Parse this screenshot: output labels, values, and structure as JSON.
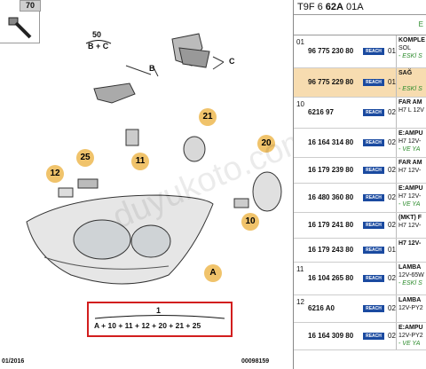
{
  "diagram": {
    "box_label": "70",
    "label_50": "50",
    "label_bc": "B + C",
    "callouts": [
      "12",
      "25",
      "11",
      "21",
      "20",
      "10"
    ],
    "letters": [
      "B",
      "C",
      "A",
      "A"
    ],
    "label_1": "1",
    "formula": "A + 10 + 11 + 12 + 20 + 21 + 25",
    "date": "01/2016",
    "ref": "00098159",
    "watermark": "duyukoto.com"
  },
  "table": {
    "code_prefix": "T9F 6 ",
    "code_bold": "62A",
    "code_suffix": " 01A",
    "sub_label": "E",
    "rows": [
      {
        "grp": "01",
        "pn": "96 775 230 80",
        "reach": "REACH",
        "qty": "01",
        "d1": "KOMPLE",
        "d2": "SOL",
        "d3": "- ESKİ S",
        "hl": false
      },
      {
        "grp": "",
        "pn": "96 775 229 80",
        "reach": "REACH",
        "qty": "01",
        "d1": "SAĞ",
        "d2": "",
        "d3": "- ESKİ S",
        "hl": true
      },
      {
        "grp": "10",
        "pn": "6216 97",
        "reach": "REACH",
        "qty": "02",
        "d1": "FAR AM",
        "d2": "H7 L 12V",
        "d3": "",
        "hl": false
      },
      {
        "grp": "",
        "pn": "16 164 314 80",
        "reach": "REACH",
        "qty": "02",
        "d1": "E:AMPU",
        "d2": "H7 12V-",
        "d3": "- VE YA",
        "hl": false
      },
      {
        "grp": "",
        "pn": "16 179 239 80",
        "reach": "REACH",
        "qty": "02",
        "d1": "FAR AM",
        "d2": "H7 12V-",
        "d3": "",
        "hl": false
      },
      {
        "grp": "",
        "pn": "16 480 360 80",
        "reach": "REACH",
        "qty": "02",
        "d1": "E:AMPU",
        "d2": "H7 12V-",
        "d3": "- VE YA",
        "hl": false
      },
      {
        "grp": "",
        "pn": "16 179 241 80",
        "reach": "REACH",
        "qty": "02",
        "d1": "(MKT) F",
        "d2": "H7 12V-",
        "d3": "",
        "hl": false
      },
      {
        "grp": "",
        "pn": "16 179 243 80",
        "reach": "REACH",
        "qty": "01",
        "d1": "H7 12V-",
        "d2": "",
        "d3": "",
        "hl": false
      },
      {
        "grp": "11",
        "pn": "16 104 265 80",
        "reach": "REACH",
        "qty": "02",
        "d1": "LAMBA",
        "d2": "12V-65W",
        "d3": "- ESKİ S",
        "hl": false
      },
      {
        "grp": "12",
        "pn": "6216 A0",
        "reach": "REACH",
        "qty": "02",
        "d1": "LAMBA",
        "d2": "12V-PY2",
        "d3": "",
        "hl": false
      },
      {
        "grp": "",
        "pn": "16 164 309 80",
        "reach": "REACH",
        "qty": "02",
        "d1": "E:AMPU",
        "d2": "12V-PY2",
        "d3": "- VE YA",
        "hl": false
      }
    ]
  }
}
